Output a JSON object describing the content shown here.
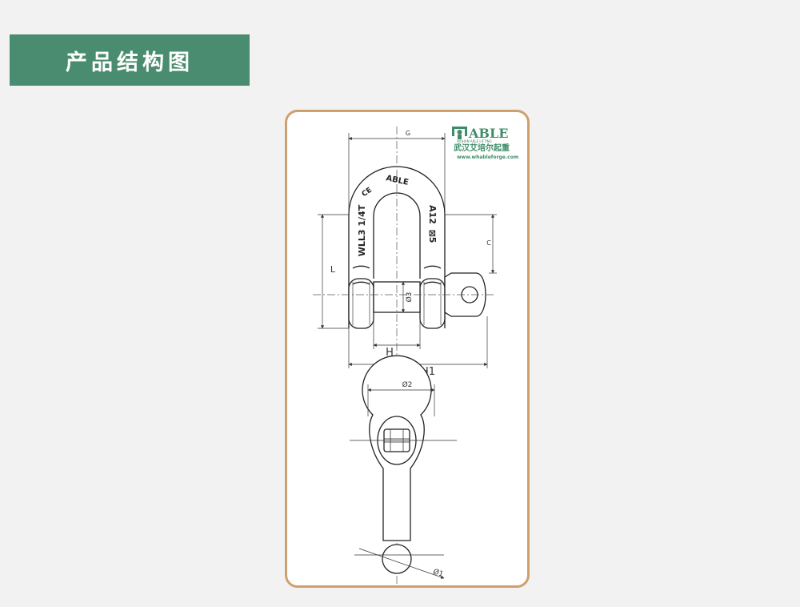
{
  "header": {
    "title": "产品结构图"
  },
  "brand": {
    "logo_text": "ABLE",
    "tagline": "WUHAN ABLE LIFTING",
    "name_cn": "武汉艾培尔起重",
    "website": "www.whableforge.com"
  },
  "engraving": {
    "brand": "ABLE",
    "ce_mark": "CE",
    "wll": "WLL3 1/4T",
    "grade": "A12",
    "size": "⊠5"
  },
  "dimensions": {
    "g": "G",
    "c": "C",
    "l": "L",
    "d3": "Ø3",
    "h": "H",
    "h1": "H1",
    "d2": "Ø2",
    "d1": "Ø1"
  },
  "colors": {
    "header_bg": "#4a8c6f",
    "card_border": "#cf9f6e",
    "brand_green": "#3f8c6a"
  }
}
